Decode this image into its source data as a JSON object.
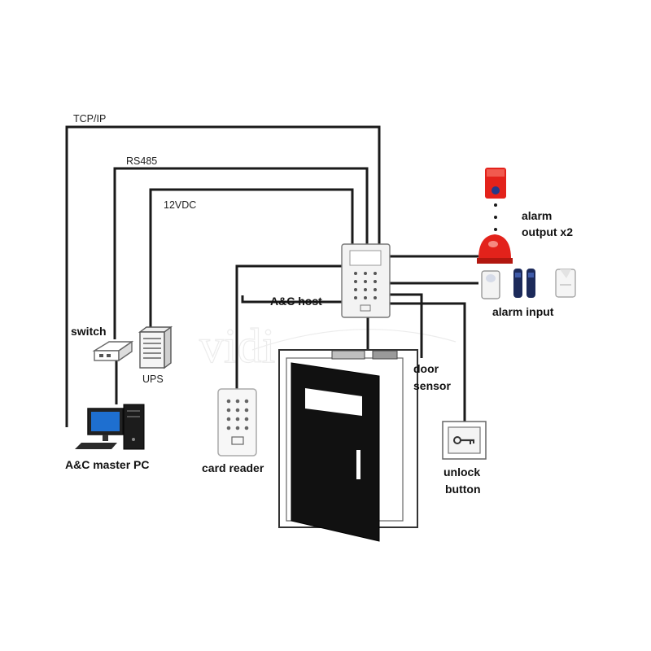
{
  "labels": {
    "tcp_ip": "TCP/IP",
    "rs485": "RS485",
    "vdc12": "12VDC",
    "ac_host": "A&C host",
    "switch": "switch",
    "ups": "UPS",
    "master_pc": "A&C master PC",
    "card_reader": "card reader",
    "alarm_output_1": "alarm",
    "alarm_output_2": "output x2",
    "alarm_input": "alarm input",
    "door_sensor_1": "door",
    "door_sensor_2": "sensor",
    "unlock_button_1": "unlock",
    "unlock_button_2": "button"
  },
  "colors": {
    "wire": "#1a1a1a",
    "door_panel": "#111111",
    "siren_red": "#e3221b",
    "detector_navy": "#1c2a5a",
    "monitor_blue": "#1e6fd0",
    "device_grey": "#f2f2f2"
  },
  "icons": {
    "pc": "desktop-computer-icon",
    "switch": "network-switch-icon",
    "ups": "ups-tower-icon",
    "card_reader": "keypad-reader-icon",
    "host": "access-controller-icon",
    "siren": "strobe-siren-icon",
    "beacon": "alarm-beacon-icon",
    "pir": "pir-detector-icon",
    "beam": "beam-detector-icon",
    "smoke": "smoke-detector-icon",
    "door": "door-icon",
    "unlock": "exit-button-icon",
    "door_sensor": "magnetic-lock-icon"
  }
}
